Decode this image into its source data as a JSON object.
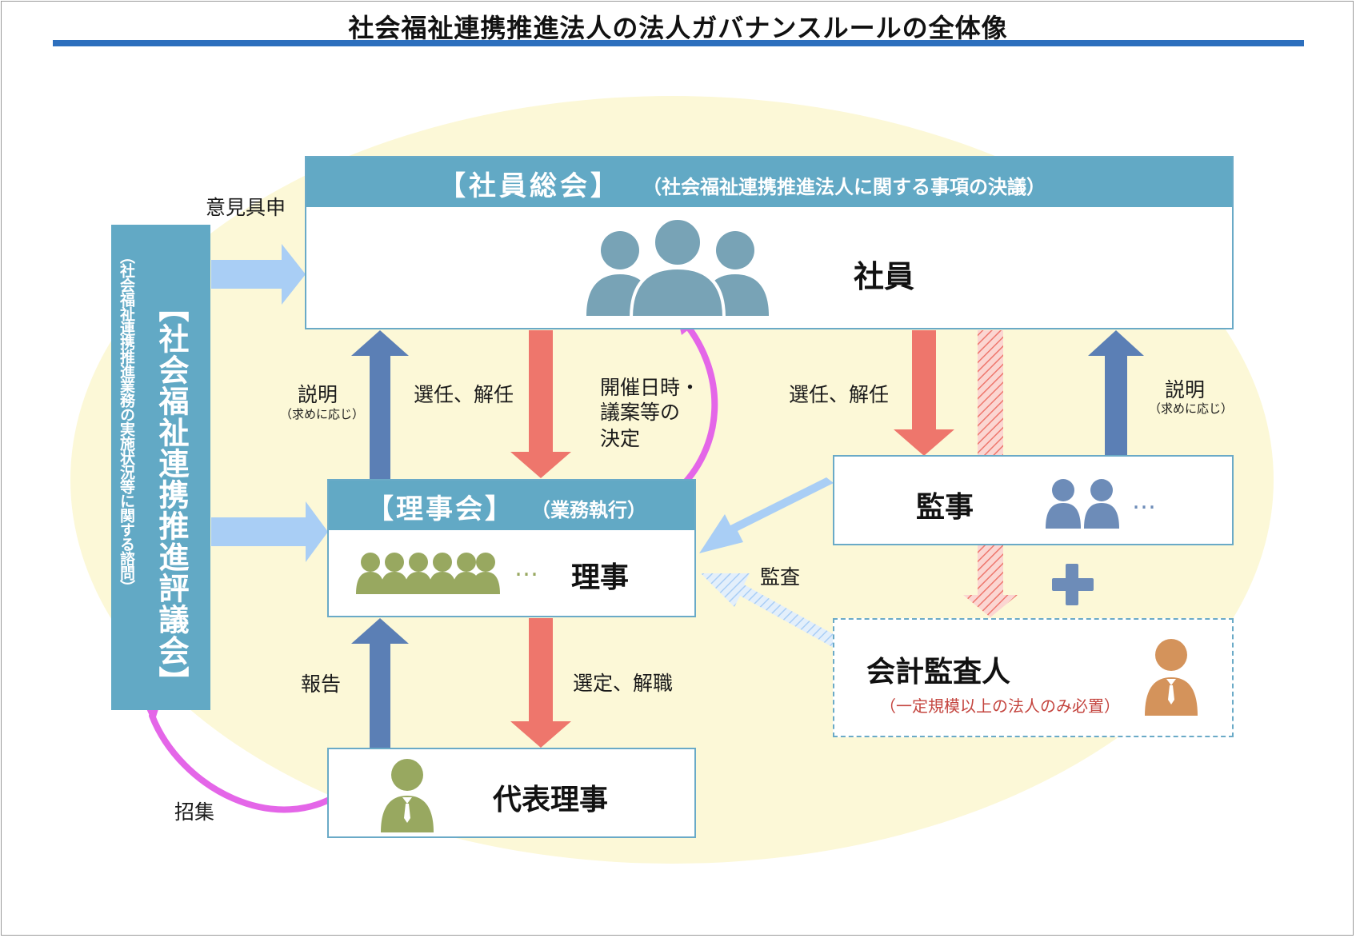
{
  "title": "社会福祉連携推進法人の法人ガバナンスルールの全体像",
  "general_meeting": {
    "header_main": "【社員総会】",
    "header_sub": "（社会福祉連携推進法人に関する事項の決議）",
    "member_label": "社員"
  },
  "board": {
    "header_main": "【理事会】",
    "header_sub": "（業務執行）",
    "member_label": "理事",
    "ellipsis": "…"
  },
  "representative": {
    "label": "代表理事"
  },
  "auditor": {
    "label": "監事",
    "ellipsis": "…"
  },
  "accounting_auditor": {
    "label": "会計監査人",
    "note": "（一定規模以上の法人のみ必置）"
  },
  "council": {
    "name": "【社会福祉連携推進評議会】",
    "desc": "（社会福祉連携推進業務の実施状況等に関する諮問）"
  },
  "labels": {
    "opinion": "意見具申",
    "explain_left": "説明",
    "explain_left_sub": "（求めに応じ）",
    "appoint_left": "選任、解任",
    "meeting_decision_1": "開催日時・",
    "meeting_decision_2": "議案等の",
    "meeting_decision_3": "決定",
    "appoint_right": "選任、解任",
    "explain_right": "説明",
    "explain_right_sub": "（求めに応じ）",
    "audit": "監査",
    "report": "報告",
    "select_dismiss": "選定、解職",
    "convene": "招集"
  },
  "colors": {
    "header_blue": "#62a9c5",
    "arrow_up_blue": "#5b7fb5",
    "arrow_down_red": "#ee766c",
    "arrow_light_blue": "#a9cef5",
    "arrow_magenta": "#e466e8",
    "member_icon": "#78a3b6",
    "director_icon": "#98a860",
    "auditor_icon": "#6d8cb8",
    "accounting_icon": "#d4935b",
    "ellipse_fill": "#fcf8d7",
    "title_rule": "#2d6fbd"
  }
}
